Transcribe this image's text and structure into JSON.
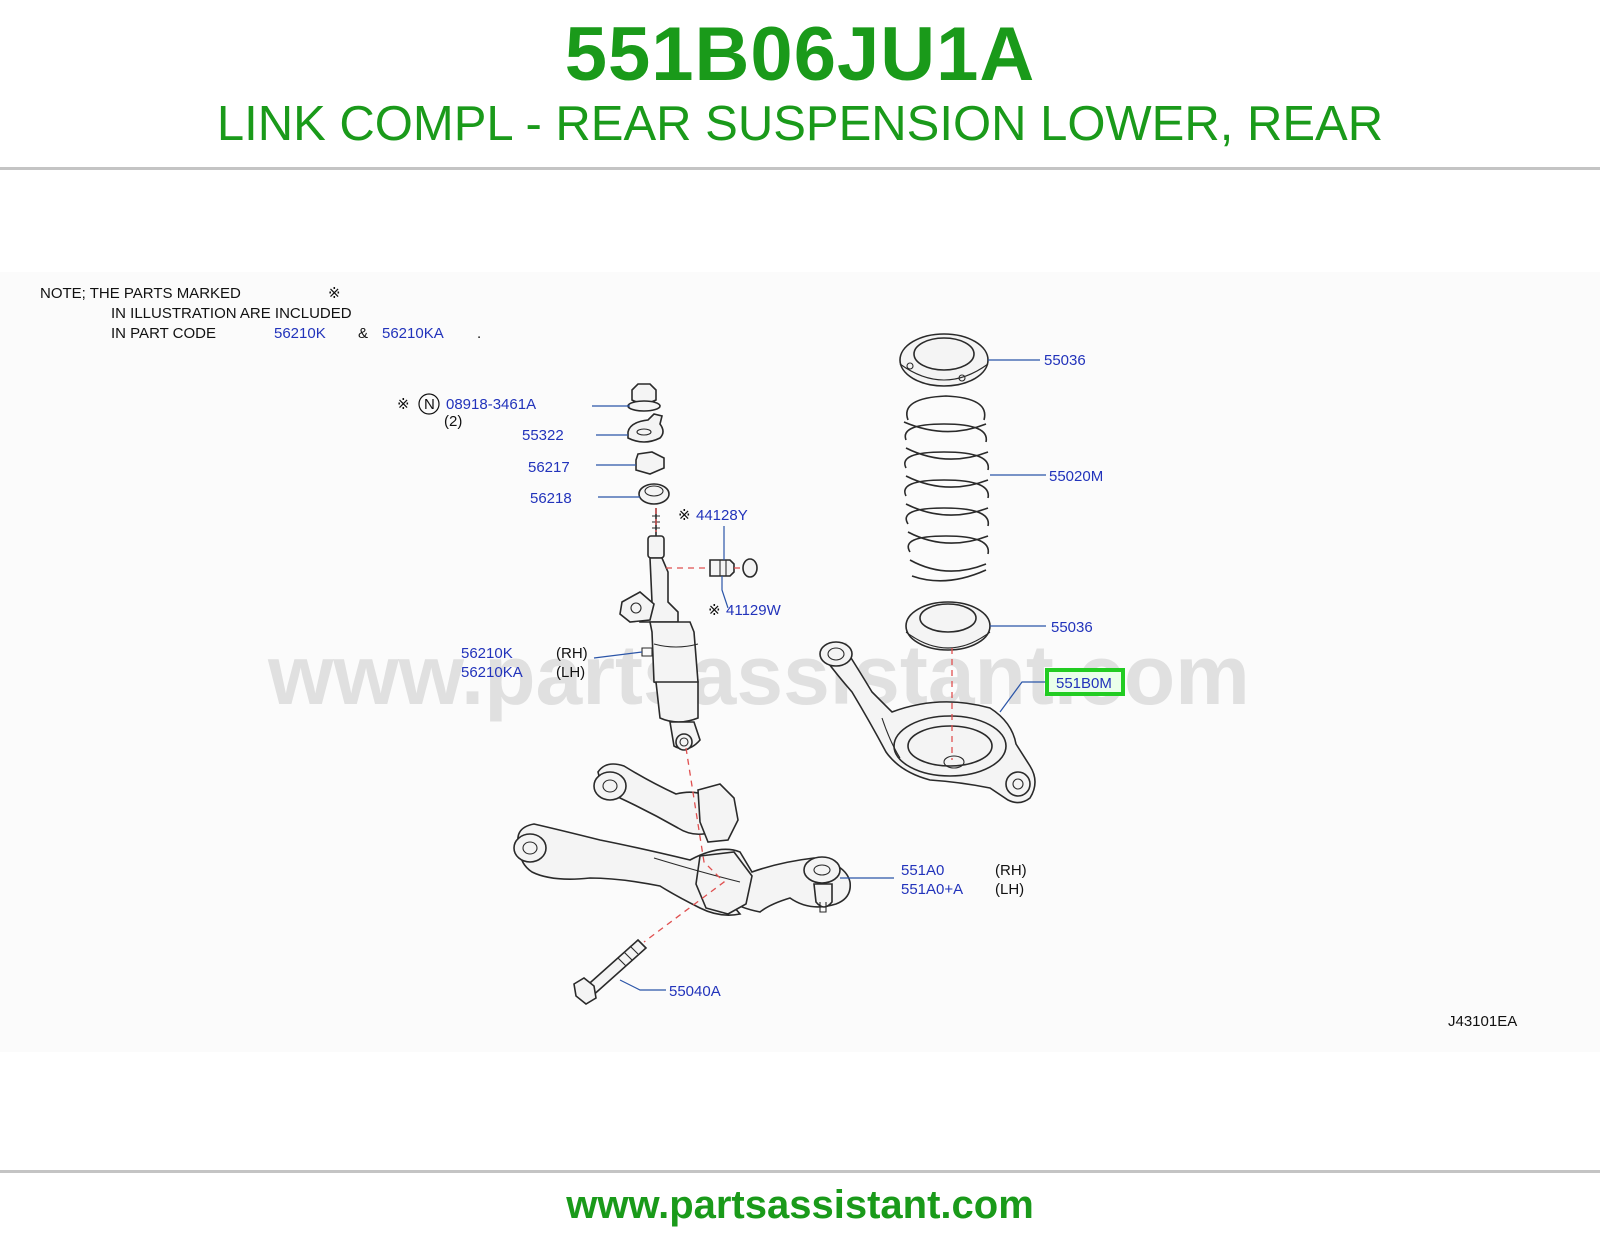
{
  "header": {
    "part_number": "551B06JU1A",
    "part_title": "LINK COMPL - REAR SUSPENSION LOWER, REAR"
  },
  "note": {
    "line1_prefix": "NOTE;   THE   PARTS   MARKED",
    "mark": "※",
    "line2": "IN   ILLUSTRATION   ARE   INCLUDED",
    "line3_prefix": "IN   PART   CODE",
    "code1": "56210K",
    "amp": "&",
    "code2": "56210KA",
    "period": "."
  },
  "callouts": {
    "c08918": "08918-3461A",
    "c08918_qty": "(2)",
    "c08918_badge": "N",
    "c55322": "55322",
    "c56217": "56217",
    "c56218": "56218",
    "c44128": "44128Y",
    "c41129": "41129W",
    "c56210K": "56210K",
    "c56210KA": "56210KA",
    "rh": "(RH)",
    "lh": "(LH)",
    "c55036_top": "55036",
    "c55020M": "55020M",
    "c55036_bottom": "55036",
    "c551B0M": "551B0M",
    "c551A0": "551A0",
    "c551A0A": "551A0+A",
    "c55040A": "55040A"
  },
  "figure_code": "J43101EA",
  "watermark": "www.partsassistant.com",
  "footer": {
    "site": "www.partsassistant.com"
  },
  "colors": {
    "brand_green": "#1a9a1a",
    "callout_blue": "#2233bb",
    "highlight": "#22cc22"
  }
}
